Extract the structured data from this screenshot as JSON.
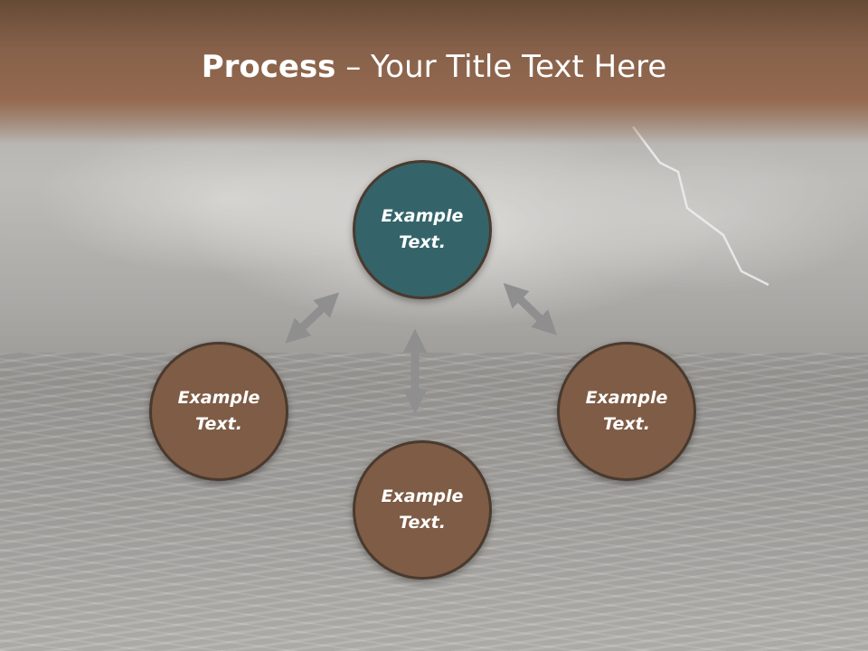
{
  "title": {
    "bold": "Process",
    "rest": " – Your Title Text Here"
  },
  "nodes": [
    {
      "id": "top",
      "text": "Example\nText.",
      "color": "#34646a"
    },
    {
      "id": "left",
      "text": "Example\nText.",
      "color": "#7e5c45"
    },
    {
      "id": "right",
      "text": "Example\nText.",
      "color": "#7e5c45"
    },
    {
      "id": "bottom",
      "text": "Example\nText.",
      "color": "#7e5c45"
    }
  ],
  "colors": {
    "title_band": "#87614a",
    "arrow": "#8f8f8f",
    "node_border": "#4a3a2e"
  }
}
